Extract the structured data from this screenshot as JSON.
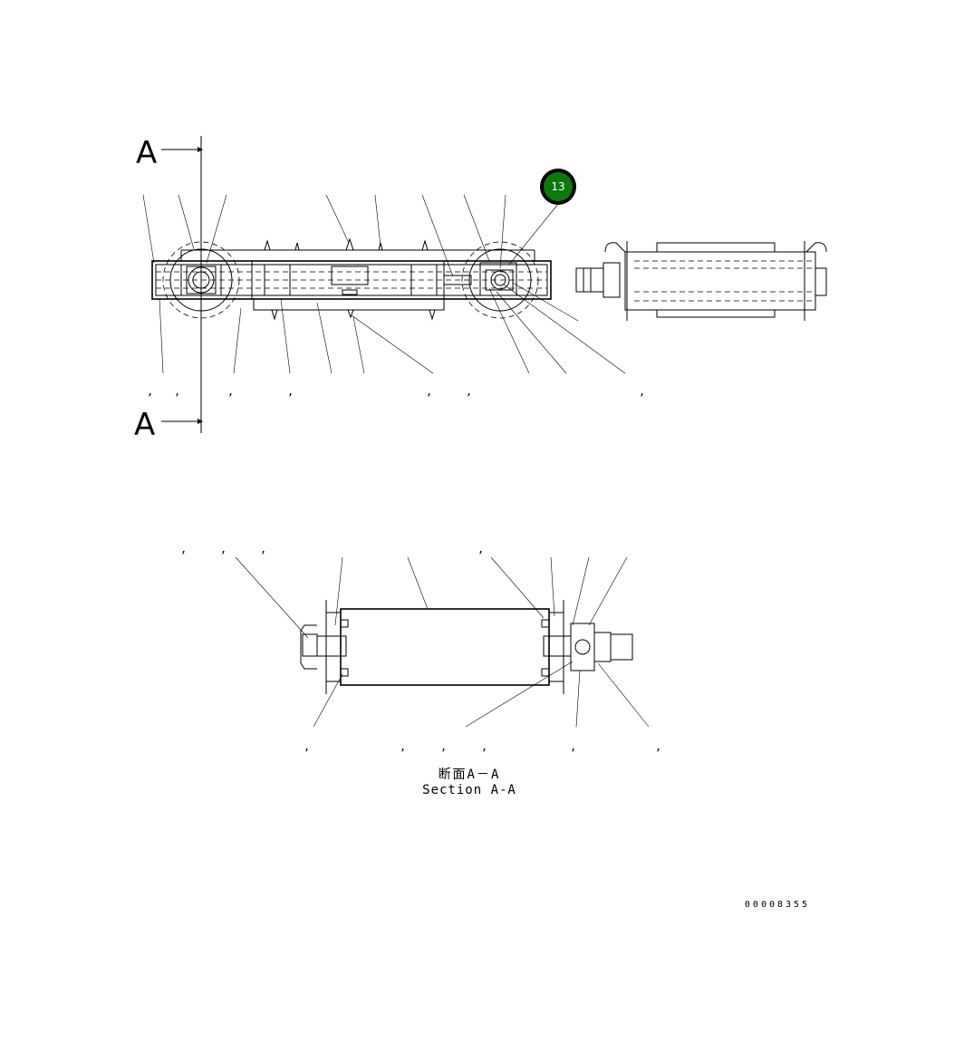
{
  "section_marker_top": "A",
  "section_marker_bottom": "A",
  "callout": {
    "number": "13",
    "color": "#0a7a0a"
  },
  "section_title_jp": "断面A－A",
  "section_title_en": "Section A-A",
  "drawing_number": "00008355",
  "top_view_commas": [
    ",",
    ",",
    ",",
    ",",
    ",",
    ",",
    ","
  ],
  "section_commas_top": [
    ",",
    ",",
    ",",
    ","
  ],
  "section_commas_bottom": [
    ",",
    ",",
    ",",
    ",",
    ",",
    ","
  ]
}
